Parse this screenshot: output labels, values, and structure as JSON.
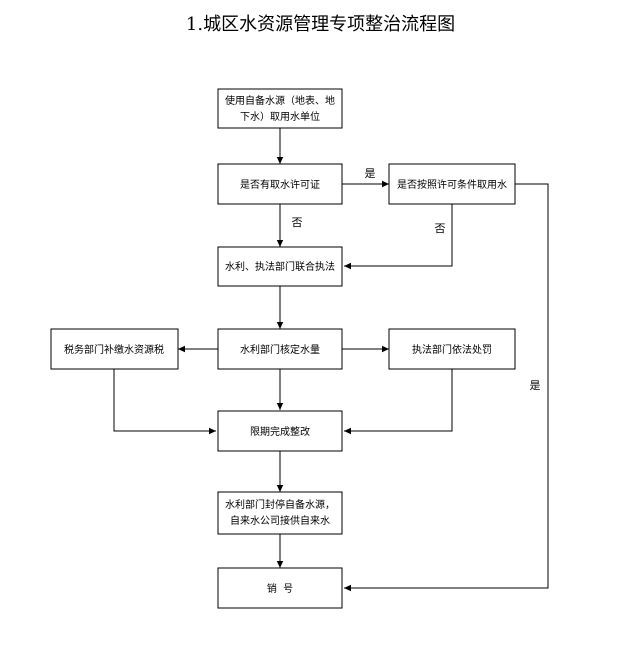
{
  "title": "1.城区水资源管理专项整治流程图",
  "nodes": {
    "n1": [
      "使用自备水源（地表、地",
      "下水）取用水单位"
    ],
    "n2": [
      "是否有取水许可证"
    ],
    "n3": [
      "是否按照许可条件取用水"
    ],
    "n4": [
      "水利、执法部门联合执法"
    ],
    "n5": [
      "税务部门补缴水资源税"
    ],
    "n6": [
      "水利部门核定水量"
    ],
    "n7": [
      "执法部门依法处罚"
    ],
    "n8": [
      "限期完成整改"
    ],
    "n9": [
      "水利部门封停自备水源，",
      "自来水公司接供自来水"
    ],
    "n10": [
      "销  号"
    ]
  },
  "edge_labels": {
    "yes1": "是",
    "no1": "否",
    "no2": "否",
    "yes2": "是"
  }
}
